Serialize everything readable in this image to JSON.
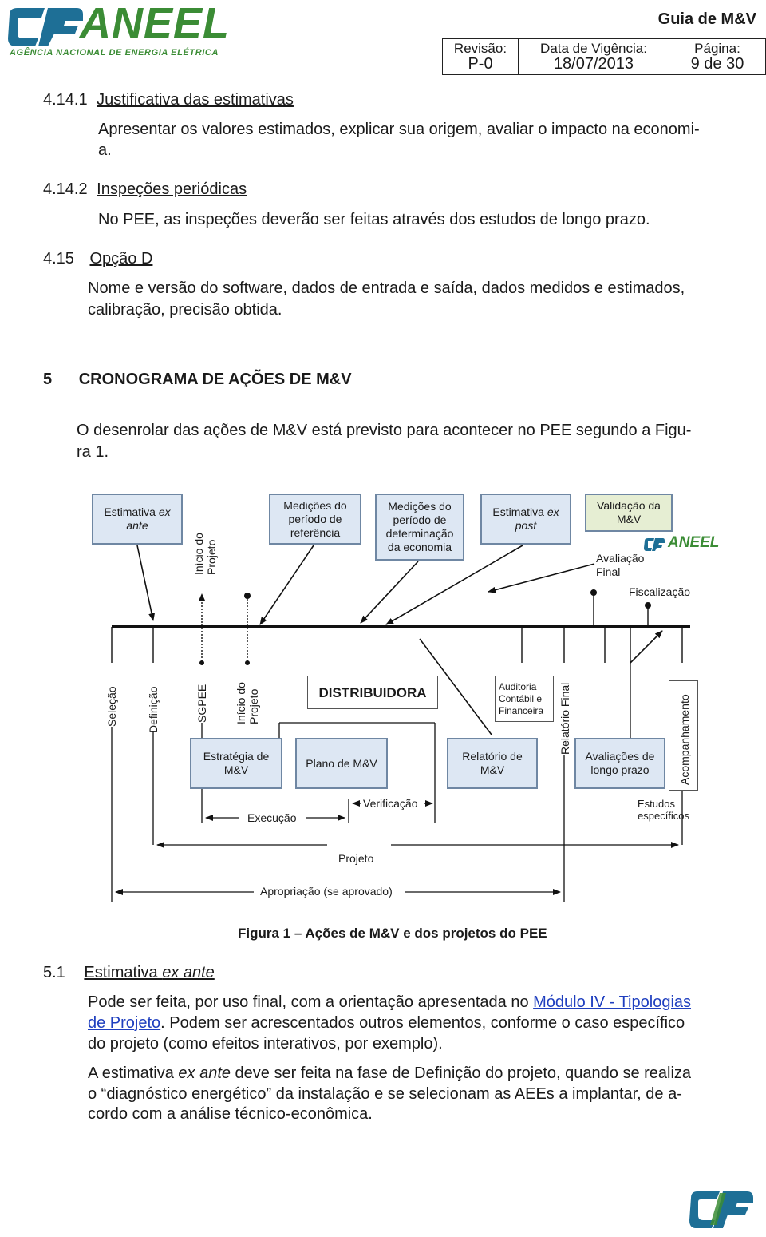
{
  "header": {
    "logo_text": "ANEEL",
    "logo_subtitle": "AGÊNCIA NACIONAL DE ENERGIA ELÉTRICA",
    "doc_title": "Guia de M&V",
    "revisao_label": "Revisão:",
    "revisao_value": "P-0",
    "vigencia_label": "Data de Vigência:",
    "vigencia_value": "18/07/2013",
    "pagina_label": "Página:",
    "pagina_value": "9 de 30"
  },
  "sections": {
    "s4141_num": "4.14.1",
    "s4141_title": "Justificativa das estimativas",
    "s4141_line1": "Apresentar os valores estimados, explicar sua origem, avaliar o impacto na economi-",
    "s4141_line2": "a.",
    "s4142_num": "4.14.2",
    "s4142_title": "Inspeções periódicas",
    "s4142_text": "No PEE, as inspeções deverão ser feitas através dos estudos de longo prazo.",
    "s415_num": "4.15",
    "s415_title": "Opção D",
    "s415_line1": "Nome e versão do software, dados de entrada e saída, dados medidos e estimados,",
    "s415_line2": "calibração, precisão obtida.",
    "s5_num": "5",
    "s5_title": "CRONOGRAMA DE AÇÕES DE M&V",
    "s5_line1": "O desenrolar das ações de M&V está previsto para acontecer no PEE segundo a Figu-",
    "s5_line2": "ra 1."
  },
  "figure": {
    "top_boxes": {
      "ex_ante_a": "Estimativa ",
      "ex_ante_b": "ex",
      "ex_ante_c": "ante",
      "med_ref": "Medições do período de referência",
      "med_det": "Medições do período de determinação da economia",
      "ex_post_a": "Estimativa ",
      "ex_post_b": "ex",
      "ex_post_c": "post",
      "validacao": "Validação da M&V"
    },
    "top_labels": {
      "inicio_projeto_a": "Início do",
      "inicio_projeto_b": "Projeto",
      "avaliacao_final_a": "Avaliação",
      "avaliacao_final_b": "Final",
      "fiscalizacao": "Fiscalização",
      "mini_logo": "ANEEL"
    },
    "bottom_vertical": {
      "selecao": "Seleção",
      "definicao": "Definição",
      "sgpee": "SGPEE",
      "inicio_a": "Início do",
      "inicio_b": "Projeto",
      "relatorio_final": "Relatório Final",
      "acompanhamento": "Acompanhamento"
    },
    "bottom_boxes": {
      "distribuidora": "DISTRIBUIDORA",
      "auditoria": "Auditoria Contábil e Financeira",
      "estrategia": "Estratégia de M&V",
      "plano": "Plano de M&V",
      "relatorio": "Relatório de M&V",
      "avaliacoes": "Avaliações de longo prazo"
    },
    "bottom_labels": {
      "execucao": "Execução",
      "verificacao": "Verificação",
      "estudos_a": "Estudos",
      "estudos_b": "específicos",
      "projeto": "Projeto",
      "apropriacao": "Apropriação (se aprovado)"
    },
    "caption": "Figura 1 – Ações de M&V e dos projetos do PEE"
  },
  "section51": {
    "num": "5.1",
    "title_a": "Estimativa ",
    "title_b": "ex ante",
    "p1_a": "Pode ser feita, por uso final, com a orientação apresentada no ",
    "p1_link1": "Módulo IV - Tipologias",
    "p1_link2": "de Projeto",
    "p1_b": ". Podem ser acrescentados outros elementos, conforme o caso específico",
    "p1_c": "do projeto (como efeitos interativos, por exemplo).",
    "p2_a": "A estimativa ",
    "p2_b": "ex ante",
    "p2_c": " deve ser feita na fase de Definição do projeto, quando se realiza",
    "p2_line2": "o “diagnóstico energético” da instalação e se selecionam as AEEs a implantar, de a-",
    "p2_line3": "cordo com a análise técnico-econômica."
  },
  "colors": {
    "brand_blue": "#1e6f96",
    "brand_green": "#3b8c35",
    "box_fill": "#dde7f3",
    "box_border": "#6f87a3"
  }
}
